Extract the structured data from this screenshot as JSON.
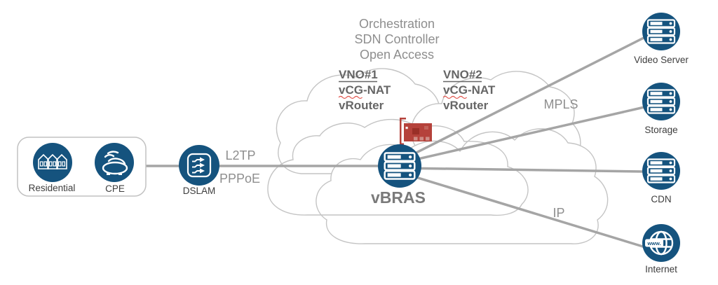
{
  "title_stack": [
    "Orchestration",
    "SDN Controller",
    "Open Access"
  ],
  "access": {
    "residential": "Residential",
    "cpe": "CPE",
    "dslam": "DSLAM"
  },
  "protocols": {
    "l2tp": "L2TP",
    "pppoe": "PPPoE"
  },
  "core": {
    "vno1": {
      "name": "VNO#1",
      "fn1": "vCG-NAT",
      "fn2": "vRouter"
    },
    "vno2": {
      "name": "VNO#2",
      "fn1": "vCG-NAT",
      "fn2": "vRouter"
    },
    "vbras": "vBRAS"
  },
  "networks": {
    "mpls": "MPLS",
    "ip": "IP"
  },
  "services": {
    "video": "Video Server",
    "storage": "Storage",
    "cdn": "CDN",
    "internet": "Internet"
  },
  "globe_text": "www.",
  "icons": [
    "residential-houses-icon",
    "cpe-router-icon",
    "dslam-switch-icon",
    "vbras-server-icon",
    "nic-card-icon",
    "server-stack-icon",
    "internet-globe-icon"
  ],
  "colors": {
    "node_blue": "#15537e",
    "line_gray": "#a5a5a5",
    "cloud_stroke": "#c4c4c4",
    "nic_red": "#b5423b",
    "nic_red_dark": "#992f27",
    "label_dark": "#3d3d3d",
    "label_gray": "#8e8e8e",
    "vno_text": "#666666",
    "squiggle_red": "#e2554d"
  }
}
